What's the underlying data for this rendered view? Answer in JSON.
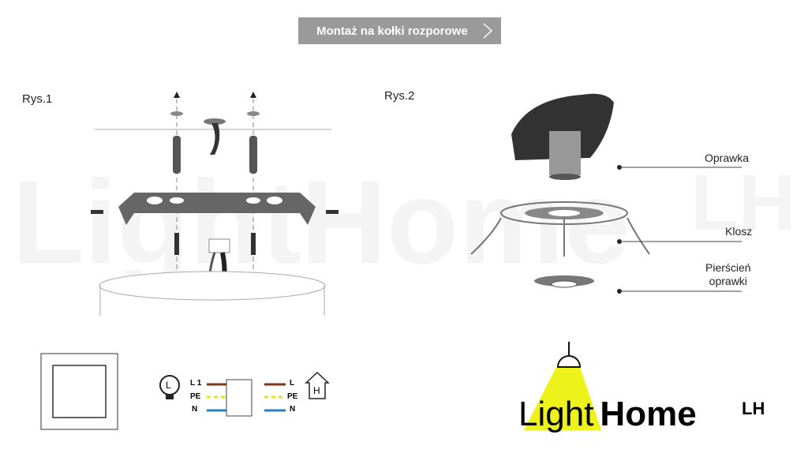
{
  "header": {
    "button_label": "Montaż na kołki rozporowe",
    "button_icon": "chevron-right-icon",
    "button_color": "#9a9a9a"
  },
  "watermark": {
    "text": "LightHome",
    "suffix": "LH"
  },
  "figure1": {
    "label": "Rys.1"
  },
  "figure2": {
    "label": "Rys.2",
    "parts": [
      {
        "name": "Oprawka"
      },
      {
        "name": "Klosz"
      },
      {
        "name": "Pierścień",
        "line2": "oprawki"
      }
    ]
  },
  "wiring": {
    "rows": [
      {
        "left": "L 1",
        "right": "L",
        "color": "#7a3a1a"
      },
      {
        "left": "PE",
        "right": "PE",
        "color": "#e8e020"
      },
      {
        "left": "N",
        "right": "N",
        "color": "#2a7fc0"
      }
    ],
    "lamp_icon": "L",
    "house_icon": "H"
  },
  "logo": {
    "light": "Light",
    "home": "Home",
    "suffix": "LH",
    "beam_color": "#ecf21a"
  }
}
